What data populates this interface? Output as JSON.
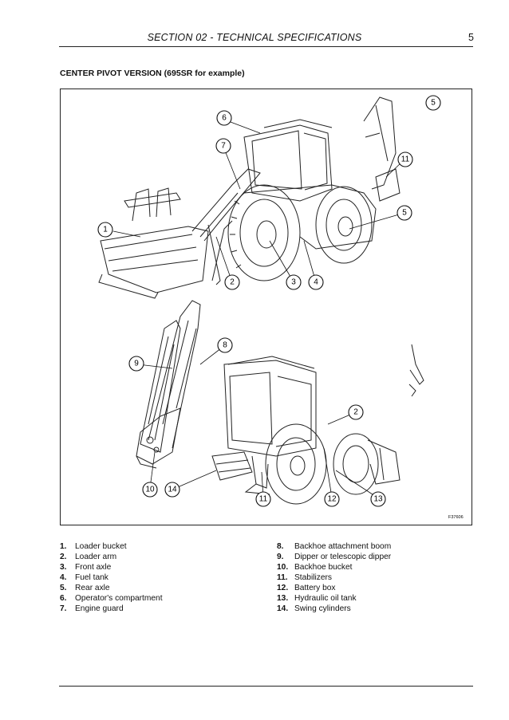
{
  "header": {
    "section_title": "SECTION 02 - TECHNICAL SPECIFICATIONS",
    "page_number": "5"
  },
  "subtitle": "CENTER PIVOT VERSION (695SR for example)",
  "figure": {
    "code": "F37606",
    "callouts_top": [
      "1",
      "2",
      "3",
      "4",
      "5",
      "6",
      "7",
      "11",
      "5"
    ],
    "callouts_bottom": [
      "2",
      "8",
      "9",
      "10",
      "11",
      "12",
      "13",
      "14"
    ]
  },
  "legend": {
    "left": [
      {
        "num": "1.",
        "label": "Loader bucket"
      },
      {
        "num": "2.",
        "label": "Loader arm"
      },
      {
        "num": "3.",
        "label": "Front axle"
      },
      {
        "num": "4.",
        "label": "Fuel tank"
      },
      {
        "num": "5.",
        "label": "Rear axle"
      },
      {
        "num": "6.",
        "label": "Operator's compartment"
      },
      {
        "num": "7.",
        "label": "Engine guard"
      }
    ],
    "right": [
      {
        "num": "8.",
        "label": "Backhoe attachment boom"
      },
      {
        "num": "9.",
        "label": "Dipper or telescopic dipper"
      },
      {
        "num": "10.",
        "label": "Backhoe bucket"
      },
      {
        "num": "11.",
        "label": "Stabilizers"
      },
      {
        "num": "12.",
        "label": "Battery box"
      },
      {
        "num": "13.",
        "label": "Hydraulic oil tank"
      },
      {
        "num": "14.",
        "label": "Swing cylinders"
      }
    ]
  }
}
